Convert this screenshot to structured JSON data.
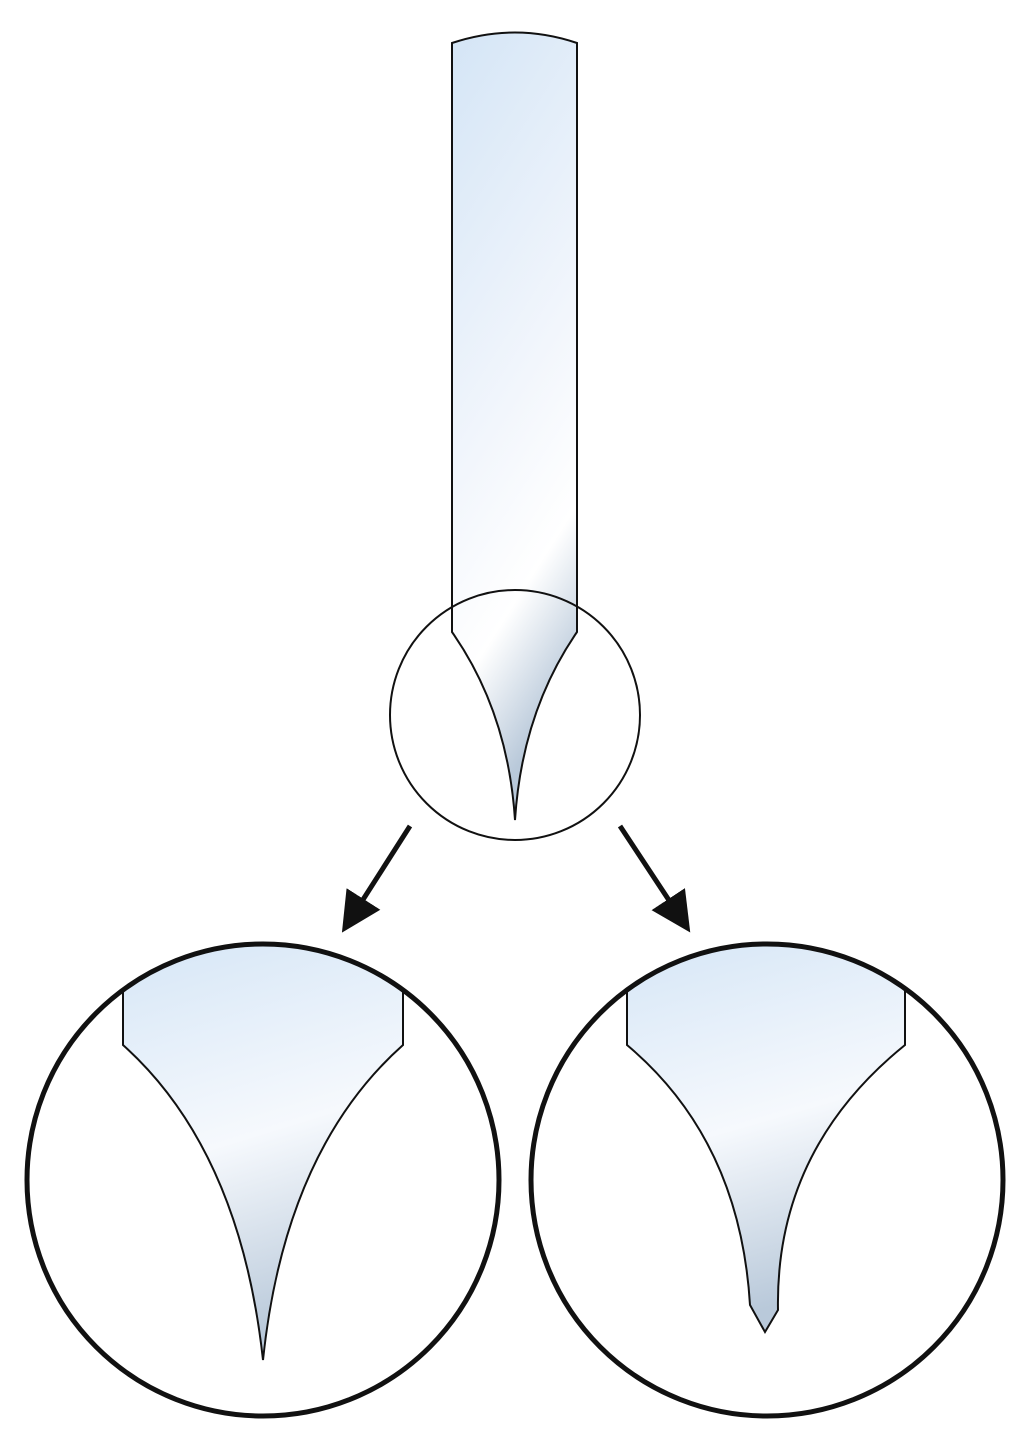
{
  "diagram": {
    "description_labels": [],
    "colors": {
      "stroke": "#111111",
      "fill_top": "#d4e5f6",
      "fill_mid": "#f6f9fd",
      "fill_tip": "#b9c9da"
    },
    "nodes": [
      {
        "id": "tool-rod"
      },
      {
        "id": "tip-detail-circle"
      },
      {
        "id": "sharp-tip-detail"
      },
      {
        "id": "blunted-tip-detail"
      }
    ],
    "edges": [
      {
        "from": "tip-detail-circle",
        "to": "sharp-tip-detail"
      },
      {
        "from": "tip-detail-circle",
        "to": "blunted-tip-detail"
      }
    ]
  }
}
